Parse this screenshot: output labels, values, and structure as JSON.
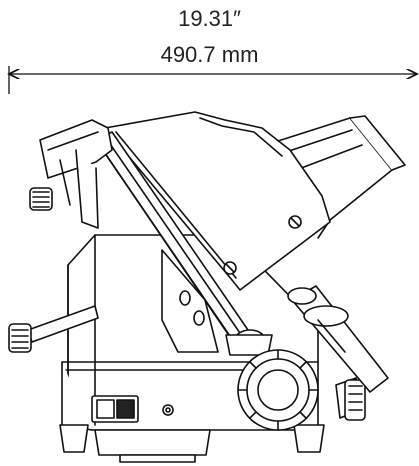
{
  "dimension": {
    "inches": "19.31″",
    "millimeters": "490.7 mm"
  },
  "switch": {
    "on_symbol": "O",
    "off_symbol": "−"
  },
  "colors": {
    "line": "#111111",
    "fill": "#ffffff",
    "text": "#222222"
  }
}
